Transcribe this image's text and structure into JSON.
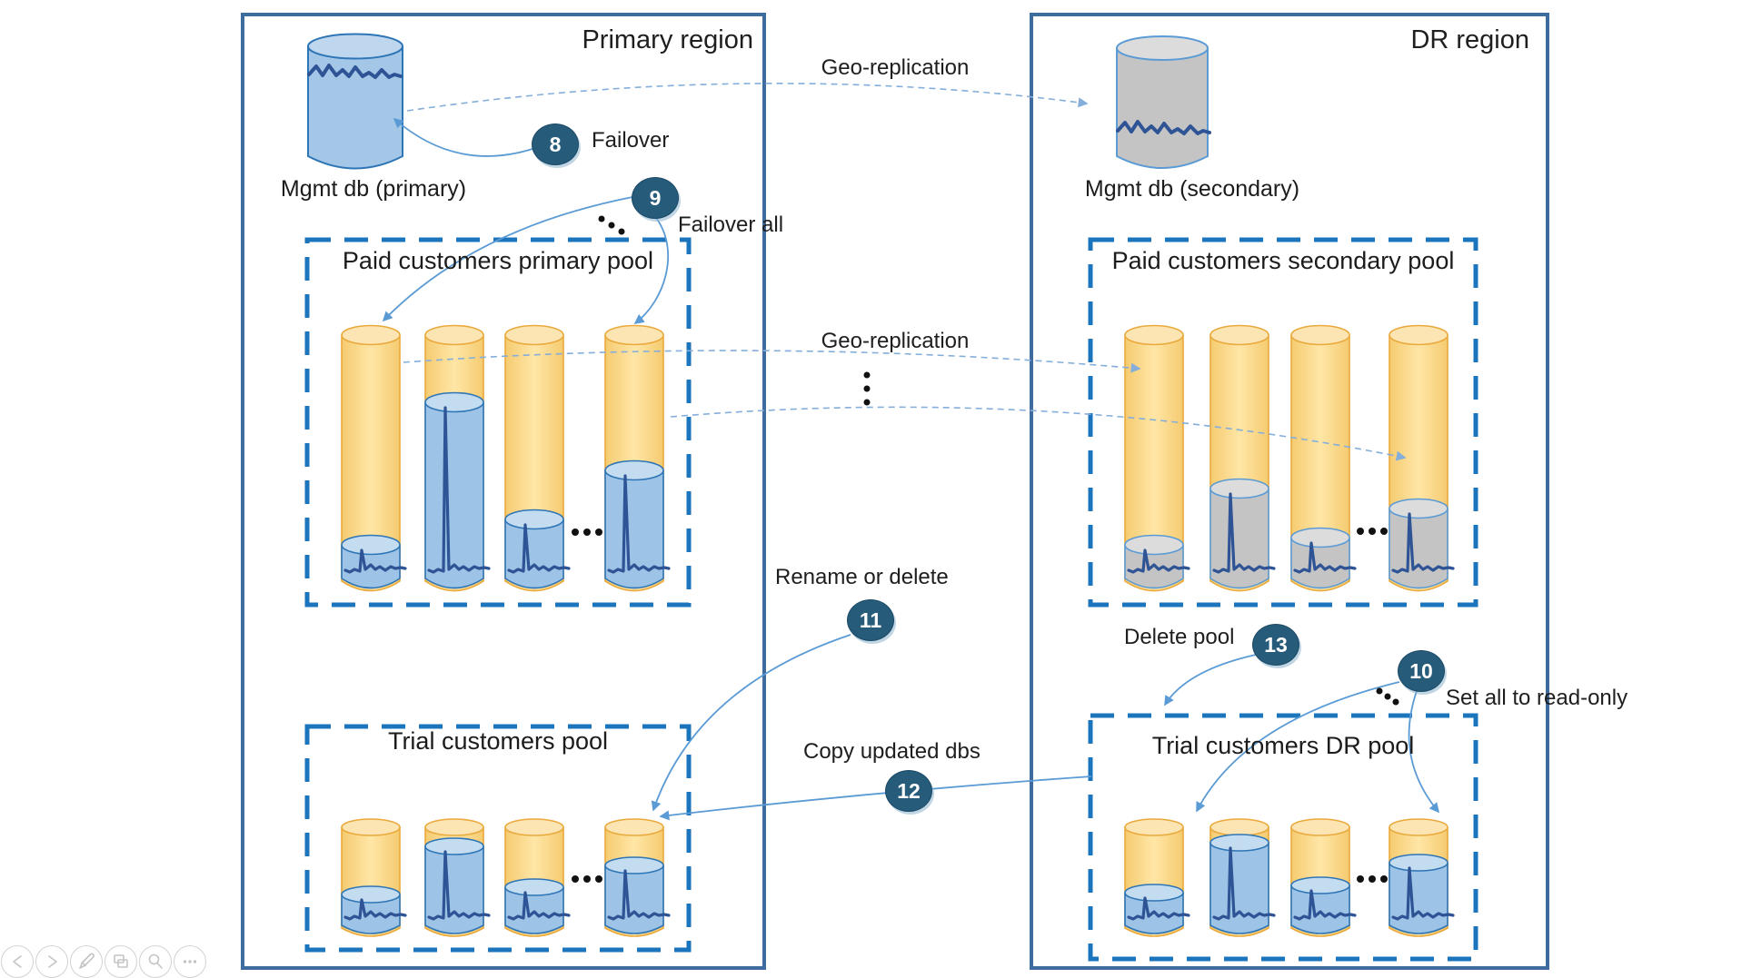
{
  "slide": {
    "regions": {
      "primary": "Primary region",
      "dr": "DR region"
    },
    "databases": {
      "mgmt_primary": "Mgmt db (primary)",
      "mgmt_secondary": "Mgmt db (secondary)"
    },
    "pools": {
      "paid_primary": "Paid customers primary pool",
      "paid_secondary": "Paid customers secondary pool",
      "trial_primary": "Trial customers pool",
      "trial_dr": "Trial customers DR pool"
    },
    "annotations": {
      "geo_top": "Geo-replication",
      "geo_mid": "Geo-replication",
      "failover": "Failover",
      "failover_all": "Failover all",
      "rename_or_delete": "Rename or delete",
      "copy_updated_dbs": "Copy updated dbs",
      "delete_pool": "Delete pool",
      "set_all_read_only": "Set all to read-only"
    },
    "badges": {
      "b8": "8",
      "b9": "9",
      "b10": "10",
      "b11": "11",
      "b12": "12",
      "b13": "13"
    }
  },
  "toolbar": {
    "buttons": [
      "previous-arrow-icon",
      "next-arrow-icon",
      "pen-icon",
      "switch-view-icon",
      "zoom-icon",
      "more-options-icon"
    ]
  },
  "colors": {
    "region_border": "#3e6c9e",
    "pool_border": "#1b75bc",
    "yellow_body_edge": "#f5cb70",
    "yellow_body_mid": "#ffe6a6",
    "yellow_top": "#fce5b2",
    "yellow_border": "#e9a93c",
    "blue_fill": "#9dc3e6",
    "blue_fill_top": "#c4dcf0",
    "blue_fill_border": "#2e75b6",
    "gray_fill": "#c4c4c4",
    "gray_fill_top": "#dcdcdc",
    "gray_fill_border": "#5b9bd5",
    "mgmt_primary_body": "#a5c7e7",
    "mgmt_primary_top": "#bfd7ee",
    "waveform": "#2f5496",
    "arrow_solid": "#5b9bd5",
    "arrow_dashed": "#85aedb",
    "dots": "#111111",
    "toolbar_icon": "#c4c4c4"
  }
}
